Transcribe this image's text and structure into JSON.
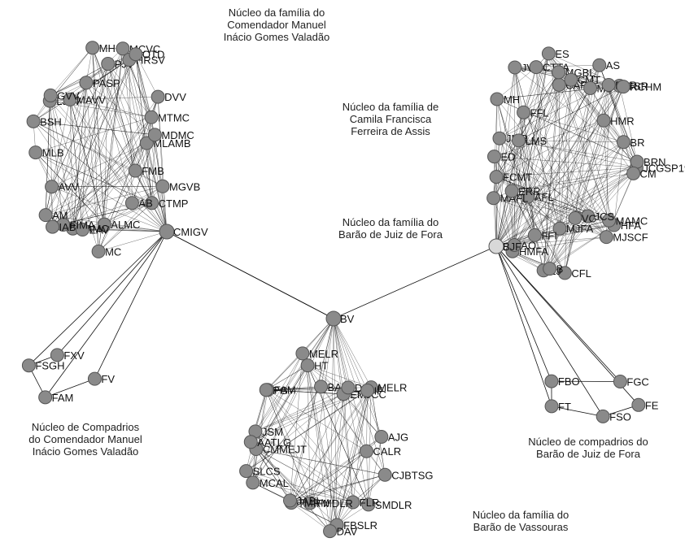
{
  "groups": [
    {
      "id": "cmigv",
      "label": [
        "Núcleo da família do",
        "Comendador Manuel",
        "Inácio Gomes Valadão"
      ]
    },
    {
      "id": "camila",
      "label": [
        "Núcleo da família de",
        "Camila Francisca",
        "Ferreira de Assis"
      ]
    },
    {
      "id": "bjf",
      "label": [
        "Núcleo da família do",
        "Barão de Juiz de Fora"
      ]
    },
    {
      "id": "compcmigv",
      "label": [
        "Núcleo de Compadrios",
        "do Comendador Manuel",
        "Inácio Gomes Valadão"
      ]
    },
    {
      "id": "compbjf",
      "label": [
        "Núcleo de compadrios do",
        "Barão de Juiz de Fora"
      ]
    },
    {
      "id": "bv",
      "label": [
        "Núcleo da família do",
        "Barão de Vassouras"
      ]
    }
  ],
  "hubs": [
    {
      "id": "CMIGV",
      "label": "CMIGV"
    },
    {
      "id": "BV",
      "label": "BV"
    },
    {
      "id": "BJF",
      "label": "BJF"
    }
  ],
  "cluster_cmigv": [
    "MGVB",
    "FMB",
    "CTMP",
    "AB",
    "ALMC",
    "MC",
    "LAMC",
    "EAV",
    "FIMA",
    "IAB",
    "AM",
    "AVV",
    "MLB",
    "BSH",
    "LJFV",
    "MAVV",
    "GVV",
    "PASP",
    "MH",
    "PJV",
    "MCVC",
    "HRSV",
    "OTD",
    "DVV",
    "MTMC",
    "MLAMB",
    "MDMC"
  ],
  "cluster_camila": [
    "JCGSP19",
    "HFA",
    "MAMC",
    "MJSCF",
    "JCS",
    "VC",
    "CFL",
    "MJFA",
    "LJ",
    "B",
    "HMFA",
    "FFI",
    "AO",
    "AFL",
    "MAFL",
    "ERR",
    "ED",
    "FCMT",
    "JMR",
    "FFL",
    "LMS",
    "MH",
    "JVV",
    "CTTA",
    "ES",
    "CAP",
    "MGBL",
    "CMT",
    "MS",
    "AS",
    "CSR",
    "FRR",
    "HMR",
    "RCHM",
    "BR",
    "BRN",
    "CM"
  ],
  "cluster_bv": [
    "CJBTSG",
    "SMDLR",
    "FLR",
    "FBSLR",
    "DAV",
    "FMDLR",
    "TMRM",
    "JABI",
    "MCAL",
    "SLCS",
    "CMMEJT",
    "JSM",
    "AATLG",
    "FAM",
    "PG",
    "MELR",
    "BA",
    "HT",
    "EMJCC",
    "DCFA",
    "MELR",
    "IF",
    "AJG",
    "CALR"
  ],
  "cluster_compcmigv": [
    "FV",
    "FAM",
    "FSGH",
    "FXV"
  ],
  "cluster_compbjf": [
    "FE",
    "FSO",
    "FT",
    "FBO",
    "FGC"
  ]
}
